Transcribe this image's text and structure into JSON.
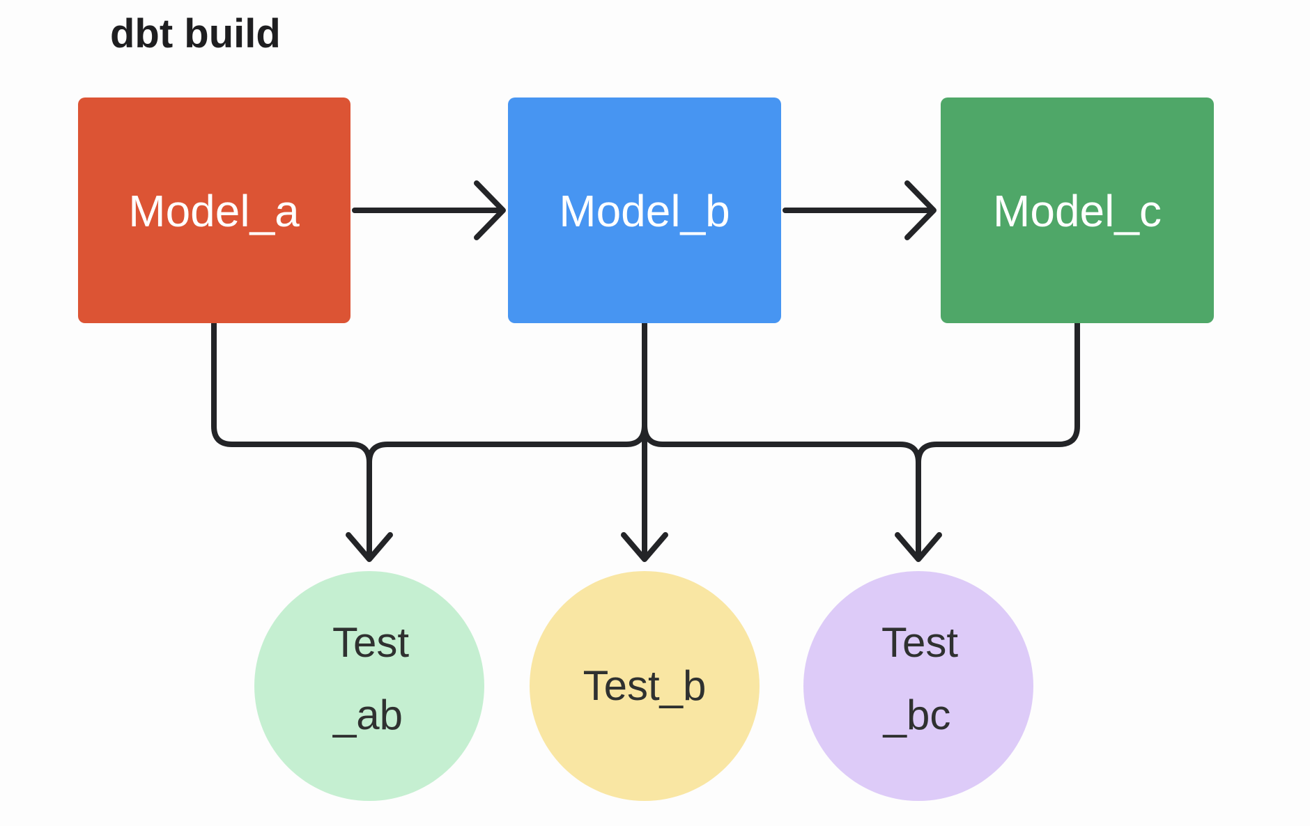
{
  "title": "dbt build",
  "colors": {
    "stroke": "#232427",
    "title": "#1e1e20",
    "model_label": "#ffffff",
    "test_label": "#2f3130",
    "model_a": "#dc5434",
    "model_b": "#4795f2",
    "model_c": "#4fa768",
    "test_ab": "#c5efd1",
    "test_b": "#f9e6a3",
    "test_bc": "#ddcbf8"
  },
  "models": [
    {
      "id": "model_a",
      "label": "Model_a"
    },
    {
      "id": "model_b",
      "label": "Model_b"
    },
    {
      "id": "model_c",
      "label": "Model_c"
    }
  ],
  "tests": [
    {
      "id": "test_ab",
      "label_line1": "Test",
      "label_line2": "_ab"
    },
    {
      "id": "test_b",
      "label": "Test_b"
    },
    {
      "id": "test_bc",
      "label_line1": "Test",
      "label_line2": "_bc"
    }
  ],
  "edges": [
    {
      "from": "model_a",
      "to": "model_b"
    },
    {
      "from": "model_b",
      "to": "model_c"
    },
    {
      "from": "model_a",
      "to": "test_ab"
    },
    {
      "from": "model_b",
      "to": "test_ab"
    },
    {
      "from": "model_b",
      "to": "test_b"
    },
    {
      "from": "model_b",
      "to": "test_bc"
    },
    {
      "from": "model_c",
      "to": "test_bc"
    }
  ]
}
